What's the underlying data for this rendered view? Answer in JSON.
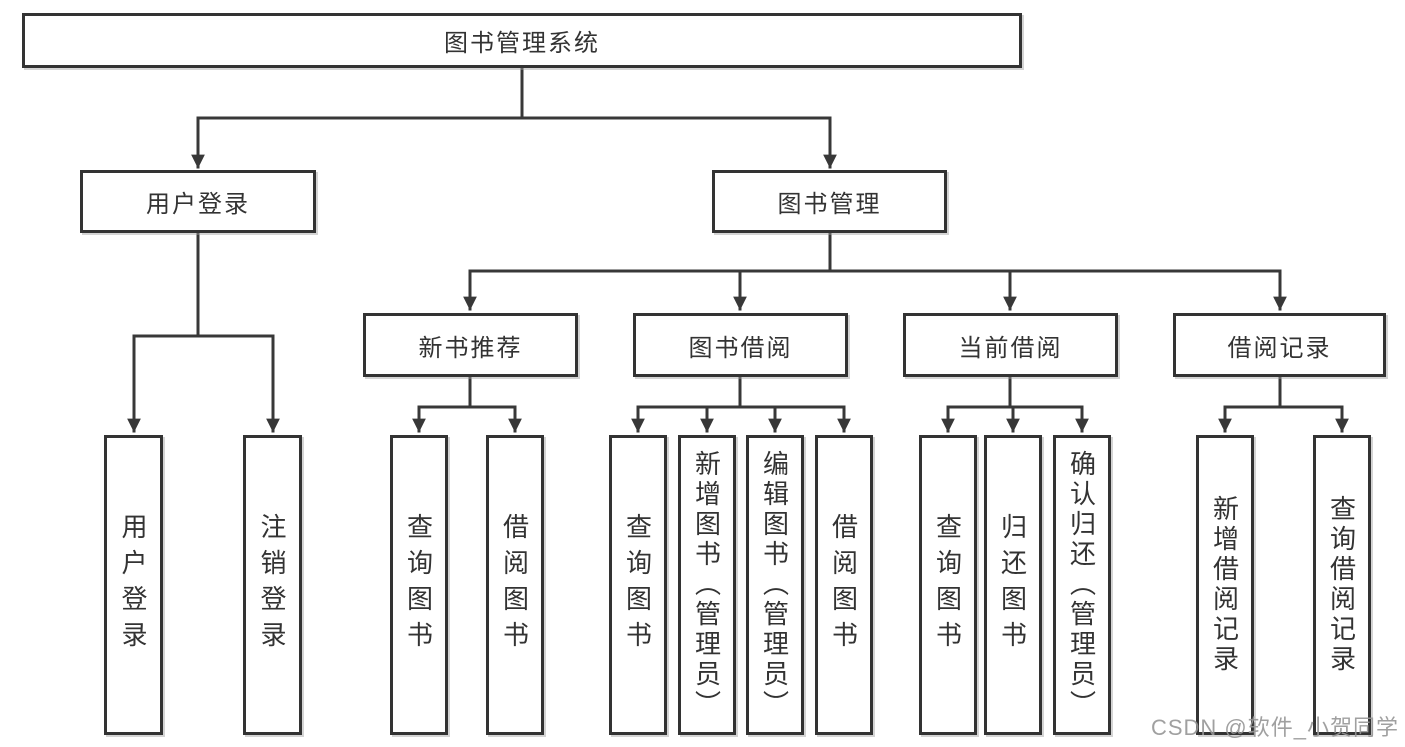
{
  "diagram": {
    "tree": {
      "root": {
        "label": "图书管理系统"
      },
      "branches": [
        {
          "label": "用户登录",
          "children": [
            {
              "label": "用户登录"
            },
            {
              "label": "注销登录"
            }
          ]
        },
        {
          "label": "图书管理",
          "children": [
            {
              "label": "新书推荐",
              "children": [
                {
                  "label": "查询图书"
                },
                {
                  "label": "借阅图书"
                }
              ]
            },
            {
              "label": "图书借阅",
              "children": [
                {
                  "label": "查询图书"
                },
                {
                  "label": "新增图书（管理员）"
                },
                {
                  "label": "编辑图书（管理员）"
                },
                {
                  "label": "借阅图书"
                }
              ]
            },
            {
              "label": "当前借阅",
              "children": [
                {
                  "label": "查询图书"
                },
                {
                  "label": "归还图书"
                },
                {
                  "label": "确认归还（管理员）"
                }
              ]
            },
            {
              "label": "借阅记录",
              "children": [
                {
                  "label": "新增借阅记录"
                },
                {
                  "label": "查询借阅记录"
                }
              ]
            }
          ]
        }
      ]
    }
  },
  "watermark": {
    "text": "CSDN @软件_小贺同学"
  },
  "colors": {
    "line": "#383838",
    "box_border": "#333333",
    "box_background": "#ffffff",
    "text": "#333333",
    "watermark": "#969696"
  }
}
